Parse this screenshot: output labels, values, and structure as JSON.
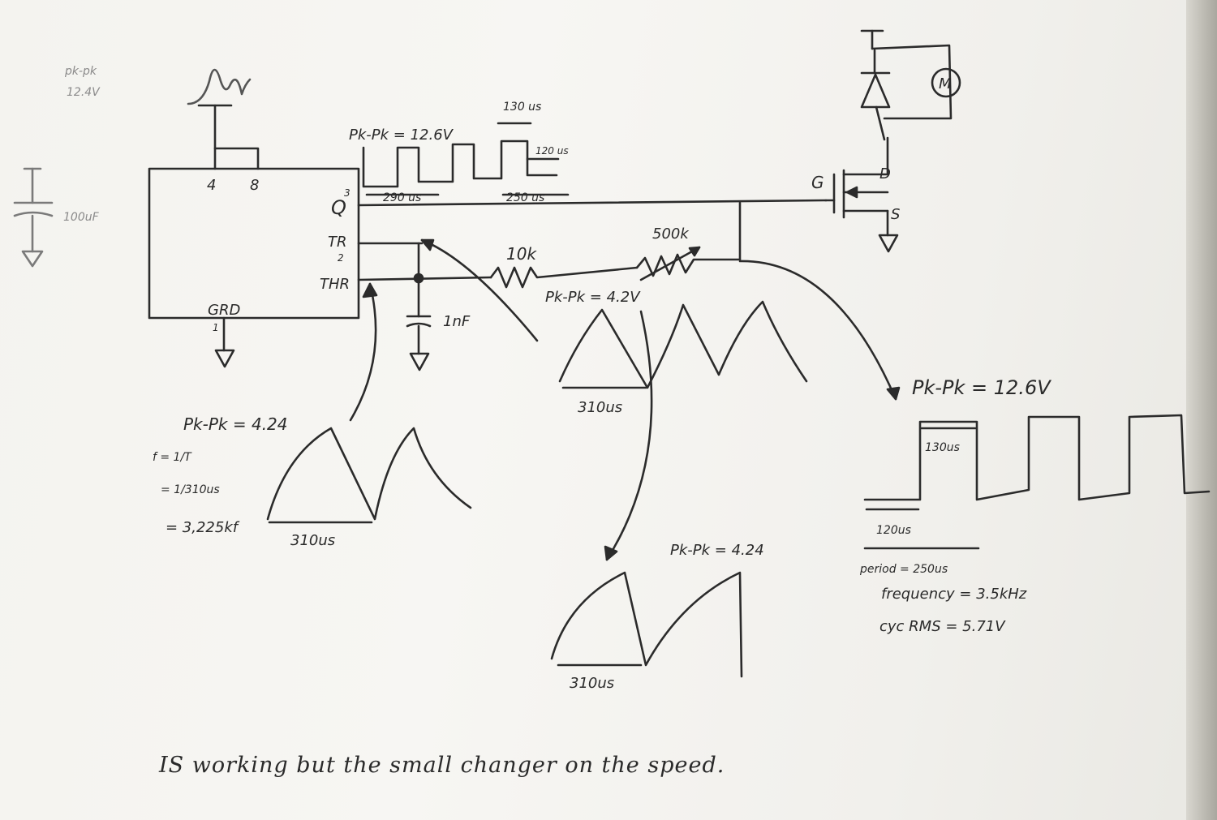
{
  "corner_note": {
    "line1": "pk-pk",
    "line2": "12.4V"
  },
  "capacitor_100uf": "100uF",
  "ic": {
    "pin4": "4",
    "pin8": "8",
    "pin3": "3",
    "pin2": "2",
    "pin1": "1",
    "q": "Q",
    "tr": "TR",
    "thr": "THR",
    "grd": "GRD"
  },
  "resistor_10k": "10k",
  "pot_500k": "500k",
  "capacitor_1nf": "1nF",
  "mosfet": {
    "g": "G",
    "d": "D",
    "s": "S",
    "motor": "M"
  },
  "top_square_wave": {
    "pkpk": "Pk-Pk = 12.6V",
    "high_time": "130 us",
    "low_time": "120 us",
    "t1": "290 us",
    "t2": "250 us"
  },
  "left_wave": {
    "pkpk": "Pk-Pk = 4.24",
    "f_eq": "f = 1/T",
    "t_eq": "= 1/310us",
    "result": "= 3,225kf",
    "period": "310us"
  },
  "middle_wave": {
    "pkpk": "Pk-Pk = 4.2V",
    "period": "310us"
  },
  "lower_wave": {
    "pkpk": "Pk-Pk = 4.24",
    "period": "310us"
  },
  "right_wave": {
    "pkpk": "Pk-Pk = 12.6V",
    "high_time": "130us",
    "low_time": "120us",
    "period": "period = 250us",
    "frequency": "frequency = 3.5kHz",
    "rms": "cyc RMS = 5.71V"
  },
  "footer_note": "IS working but the small changer on the speed."
}
